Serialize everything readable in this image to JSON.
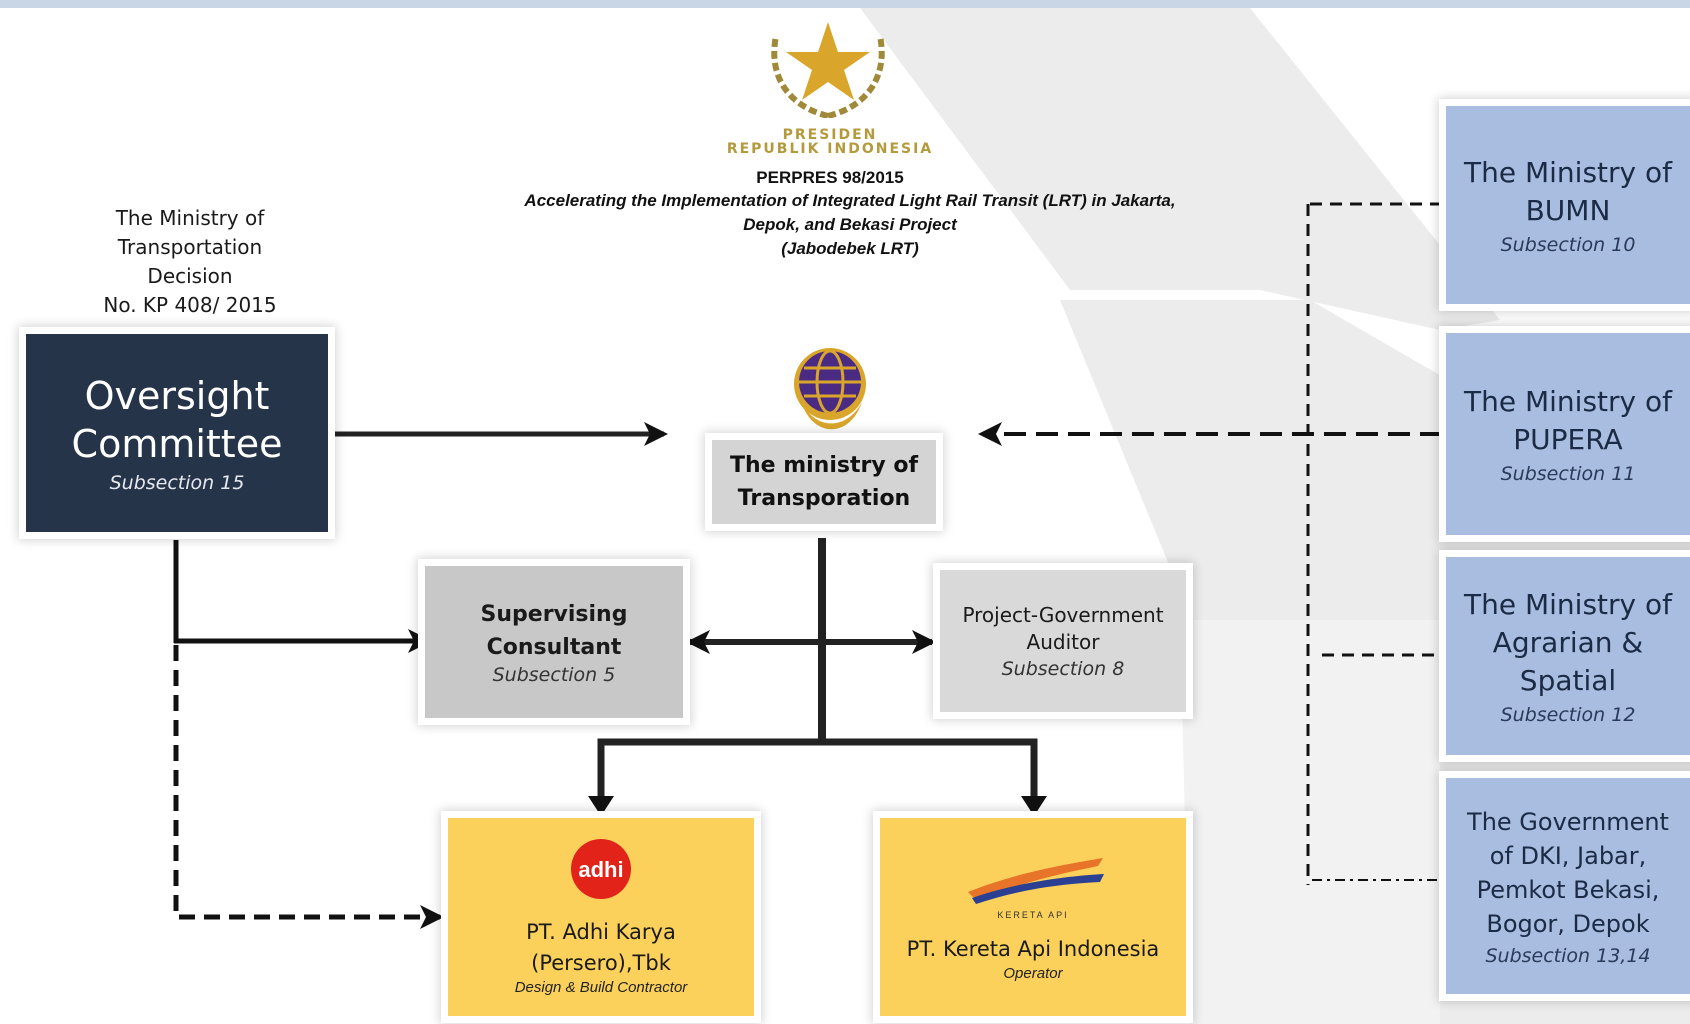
{
  "header": {
    "institution_line1": "PRESIDEN",
    "institution_line2": "REPUBLIK INDONESIA",
    "regulation": "PERPRES 98/2015",
    "regulation_title_line1": "Accelerating the Implementation of Integrated Light Rail Transit (LRT) in Jakarta,",
    "regulation_title_line2": "Depok, and Bekasi Project",
    "regulation_title_line3": "(Jabodebek LRT)"
  },
  "decision": {
    "line1": "The Ministry of",
    "line2": "Transportation",
    "line3": "Decision",
    "line4": "No. KP 408/ 2015"
  },
  "oversight": {
    "line1": "Oversight",
    "line2": "Committee",
    "subsection": "Subsection 15"
  },
  "ministry_transportation": {
    "line1": "The ministry of",
    "line2": "Transporation"
  },
  "supervising": {
    "line1": "Supervising",
    "line2": "Consultant",
    "subsection": "Subsection 5"
  },
  "auditor": {
    "line1": "Project-Government",
    "line2": "Auditor",
    "subsection": "Subsection 8"
  },
  "adhi": {
    "logo_text": "adhi",
    "line1": "PT. Adhi Karya",
    "line2": "(Persero),Tbk",
    "role": "Design & Build Contractor"
  },
  "kai": {
    "logo_text": "KERETA API",
    "name": "PT. Kereta Api Indonesia",
    "role": "Operator"
  },
  "right": {
    "bumn": {
      "line1": "The Ministry of",
      "line2": "BUMN",
      "subsection": "Subsection 10"
    },
    "pupera": {
      "line1": "The Ministry of",
      "line2": "PUPERA",
      "subsection": "Subsection 11"
    },
    "agrarian": {
      "line1": "The Ministry of",
      "line2": "Agrarian &",
      "line3": "Spatial",
      "subsection": "Subsection 12"
    },
    "government": {
      "line1": "The Government",
      "line2": "of DKI, Jabar,",
      "line3": "Pemkot Bekasi,",
      "line4": "Bogor, Depok",
      "subsection": "Subsection 13,14"
    }
  },
  "colors": {
    "oversight_bg": "#263449",
    "yellow_box": "#fbd15b",
    "right_box": "#a9bde0",
    "grey_box": "#c8c8c8"
  }
}
